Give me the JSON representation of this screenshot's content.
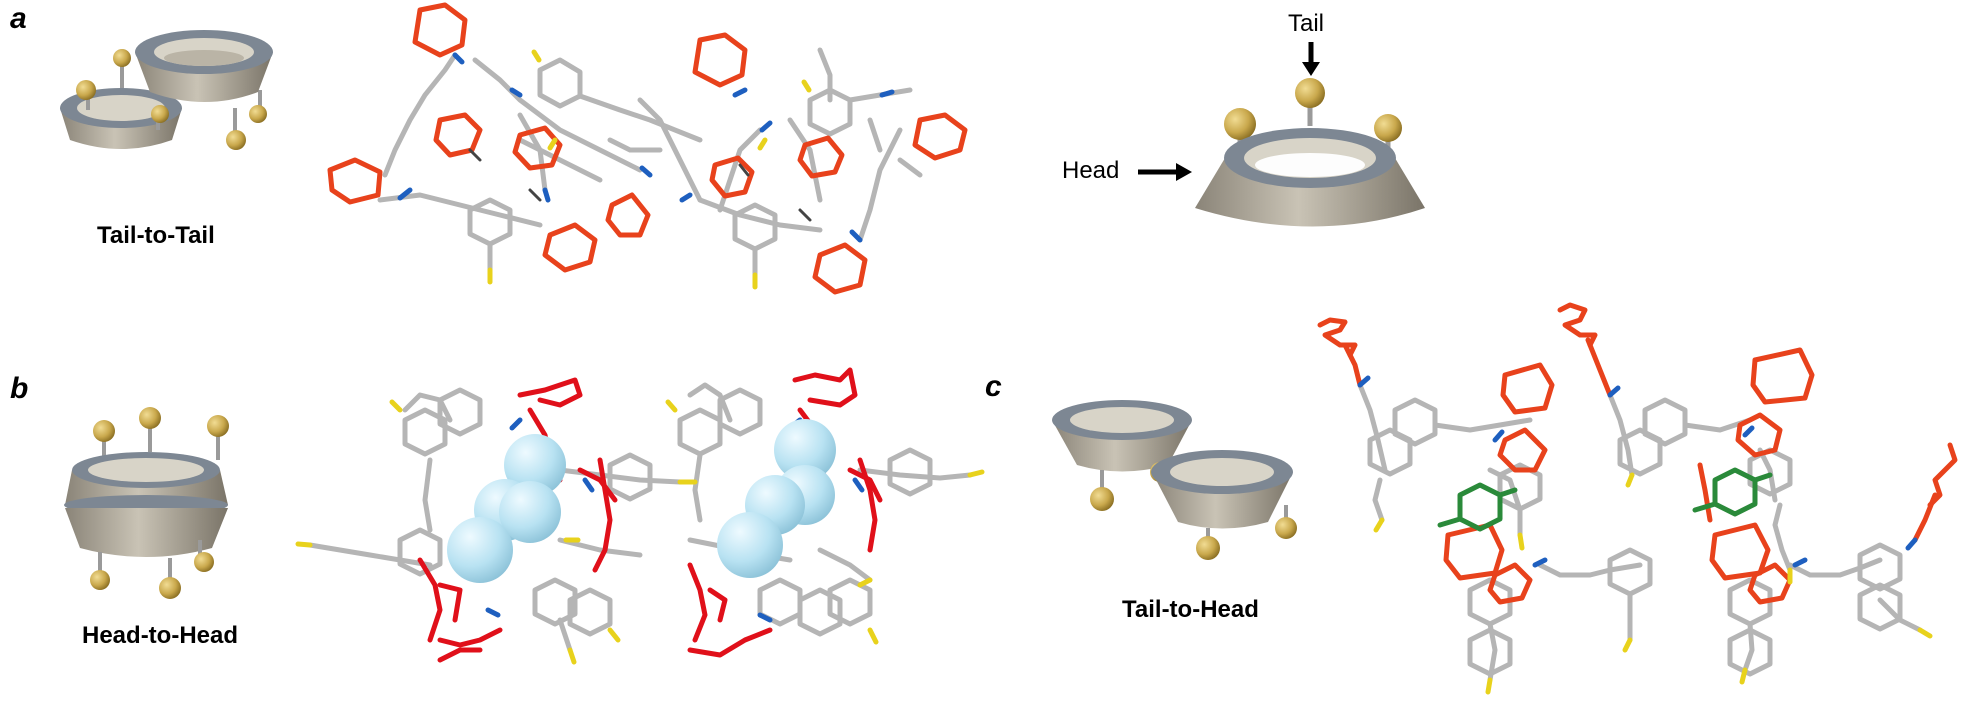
{
  "panels": {
    "a": {
      "letter": "a",
      "caption": "Tail-to-Tail"
    },
    "b": {
      "letter": "b",
      "caption": "Head-to-Head"
    },
    "c": {
      "letter": "c",
      "caption": "Tail-to-Head"
    }
  },
  "legend": {
    "tail_label": "Tail",
    "head_label": "Head"
  },
  "colors": {
    "cone_body": "#a29c8e",
    "cone_rim": "#7d8793",
    "cone_inner": "#d8d4c8",
    "ball": "#c9a84c",
    "stick": "#9a9a9a",
    "bond_gray": "#b5b5b5",
    "bond_red": "#e8421c",
    "bond_crimson": "#e0101a",
    "bond_blue": "#1e5fbf",
    "bond_yellow": "#e8d21c",
    "bond_green": "#2a8a3a",
    "sphere": "#b8e2f2"
  }
}
